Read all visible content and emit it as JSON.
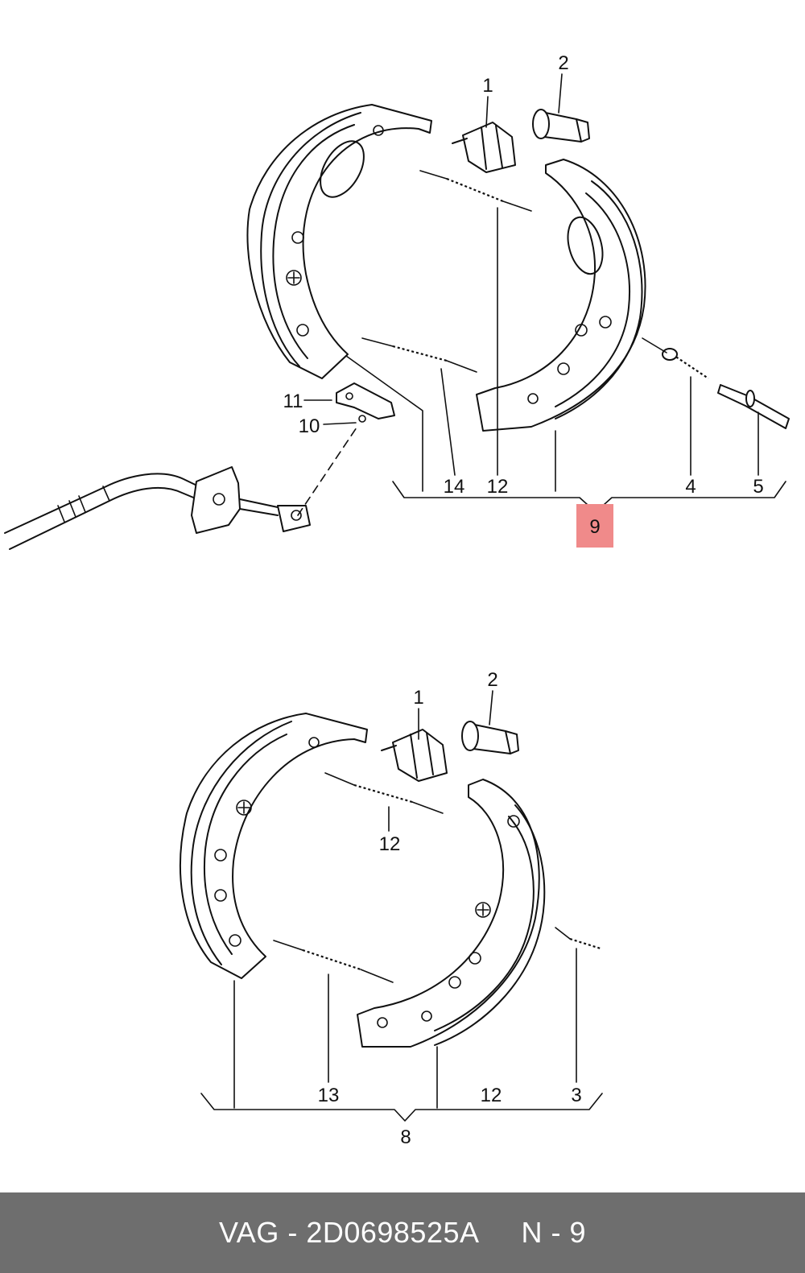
{
  "diagram": {
    "top": {
      "callouts": [
        "1",
        "2",
        "11",
        "10",
        "14",
        "12",
        "4",
        "5"
      ],
      "highlight_label": "9",
      "highlight_color": "#f08a8a"
    },
    "bottom": {
      "callouts": [
        "1",
        "2",
        "12",
        "13",
        "12",
        "3"
      ],
      "group_label": "8"
    }
  },
  "footer": {
    "part_number": "VAG - 2D0698525A",
    "page_ref": "N - 9",
    "background": "#6e6e6e"
  }
}
